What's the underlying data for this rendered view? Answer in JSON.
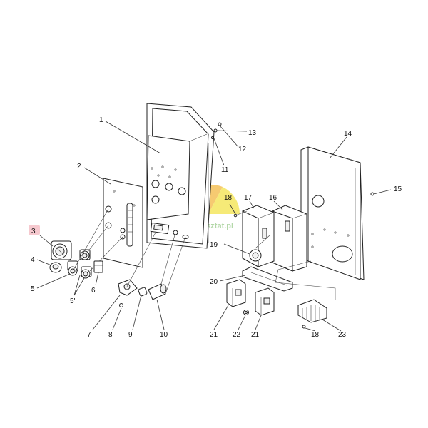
{
  "diagram": {
    "highlight_color": "#f6c9cf",
    "line_color": "#222222",
    "callouts": [
      {
        "id": "1",
        "label": "1"
      },
      {
        "id": "2",
        "label": "2"
      },
      {
        "id": "3",
        "label": "3",
        "highlighted": true
      },
      {
        "id": "4",
        "label": "4"
      },
      {
        "id": "5",
        "label": "5"
      },
      {
        "id": "5p",
        "label": "5'"
      },
      {
        "id": "6",
        "label": "6"
      },
      {
        "id": "7",
        "label": "7"
      },
      {
        "id": "8",
        "label": "8"
      },
      {
        "id": "9",
        "label": "9"
      },
      {
        "id": "10",
        "label": "10"
      },
      {
        "id": "11",
        "label": "11"
      },
      {
        "id": "12",
        "label": "12"
      },
      {
        "id": "13",
        "label": "13"
      },
      {
        "id": "14",
        "label": "14"
      },
      {
        "id": "15",
        "label": "15"
      },
      {
        "id": "16",
        "label": "16"
      },
      {
        "id": "17",
        "label": "17"
      },
      {
        "id": "18a",
        "label": "18"
      },
      {
        "id": "18b",
        "label": "18"
      },
      {
        "id": "19",
        "label": "19"
      },
      {
        "id": "20",
        "label": "20"
      },
      {
        "id": "21a",
        "label": "21"
      },
      {
        "id": "21b",
        "label": "21"
      },
      {
        "id": "22",
        "label": "22"
      },
      {
        "id": "23",
        "label": "23"
      }
    ],
    "watermark": {
      "text": "e2warsztat.pl",
      "colors": [
        "#e8523a",
        "#f4b942",
        "#f3e34a",
        "#8ac27a"
      ]
    }
  }
}
